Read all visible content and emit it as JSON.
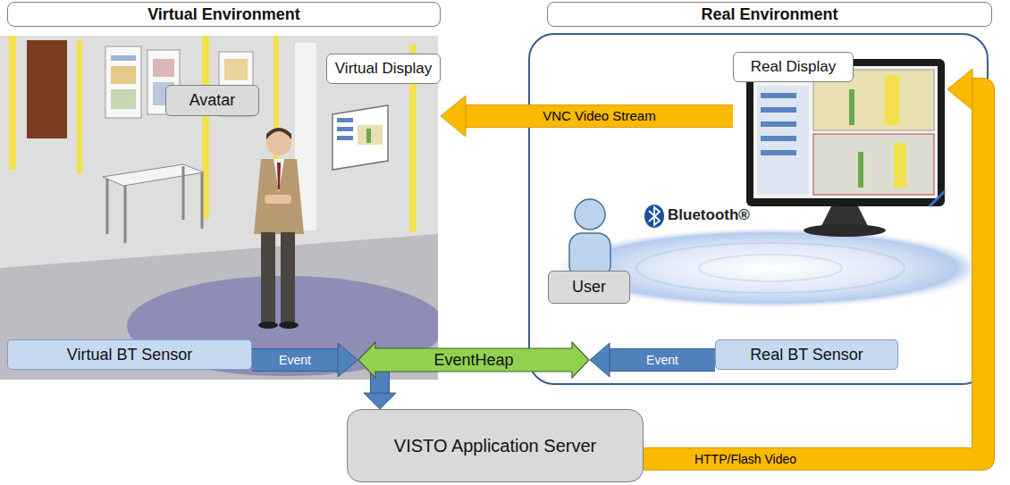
{
  "diagram": {
    "nodes": [
      {
        "text": [
          "Virtual Environment"
        ]
      },
      {
        "text": [
          "Real Environment"
        ]
      },
      {
        "text": [
          "Virtual Display"
        ]
      },
      {
        "text": [
          "Avatar"
        ]
      },
      {
        "text": [
          "Real Display"
        ]
      },
      {
        "text": [
          "User"
        ]
      },
      {
        "text": [
          "Virtual BT Sensor"
        ]
      },
      {
        "text": [
          "Real BT Sensor"
        ]
      },
      {
        "text": [
          "EventHeap"
        ]
      },
      {
        "text": [
          "VISTO Application Server"
        ]
      }
    ],
    "edges": [
      {
        "from": 4,
        "to": 2,
        "label": "VNC Video Stream",
        "arrow": "to"
      },
      {
        "from": 6,
        "to": 8,
        "label": "Event",
        "arrow": "to"
      },
      {
        "from": 7,
        "to": 8,
        "label": "Event",
        "arrow": "to"
      },
      {
        "from": 8,
        "to": 9,
        "arrow": "to"
      },
      {
        "from": 9,
        "to": 4,
        "label": "HTTP/Flash Video",
        "arrow": "to"
      }
    ],
    "labels": [
      "Bluetooth®"
    ]
  }
}
